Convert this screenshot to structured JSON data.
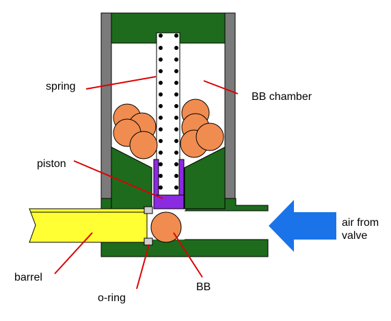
{
  "labels": {
    "spring": "spring",
    "bb_chamber": "BB chamber",
    "piston": "piston",
    "air_from_valve_line1": "air from",
    "air_from_valve_line2": "valve",
    "barrel": "barrel",
    "bb": "BB",
    "o_ring": "o-ring"
  },
  "colors": {
    "body_green": "#1e6b1e",
    "outline": "#000000",
    "wall_gray": "#7a7a7a",
    "bb_orange": "#f08c50",
    "piston_purple": "#8a2be2",
    "barrel_yellow": "#ffff33",
    "oring_gray": "#d0d0d0",
    "arrow_blue": "#1a73e8",
    "leader_red": "#dd0000"
  }
}
